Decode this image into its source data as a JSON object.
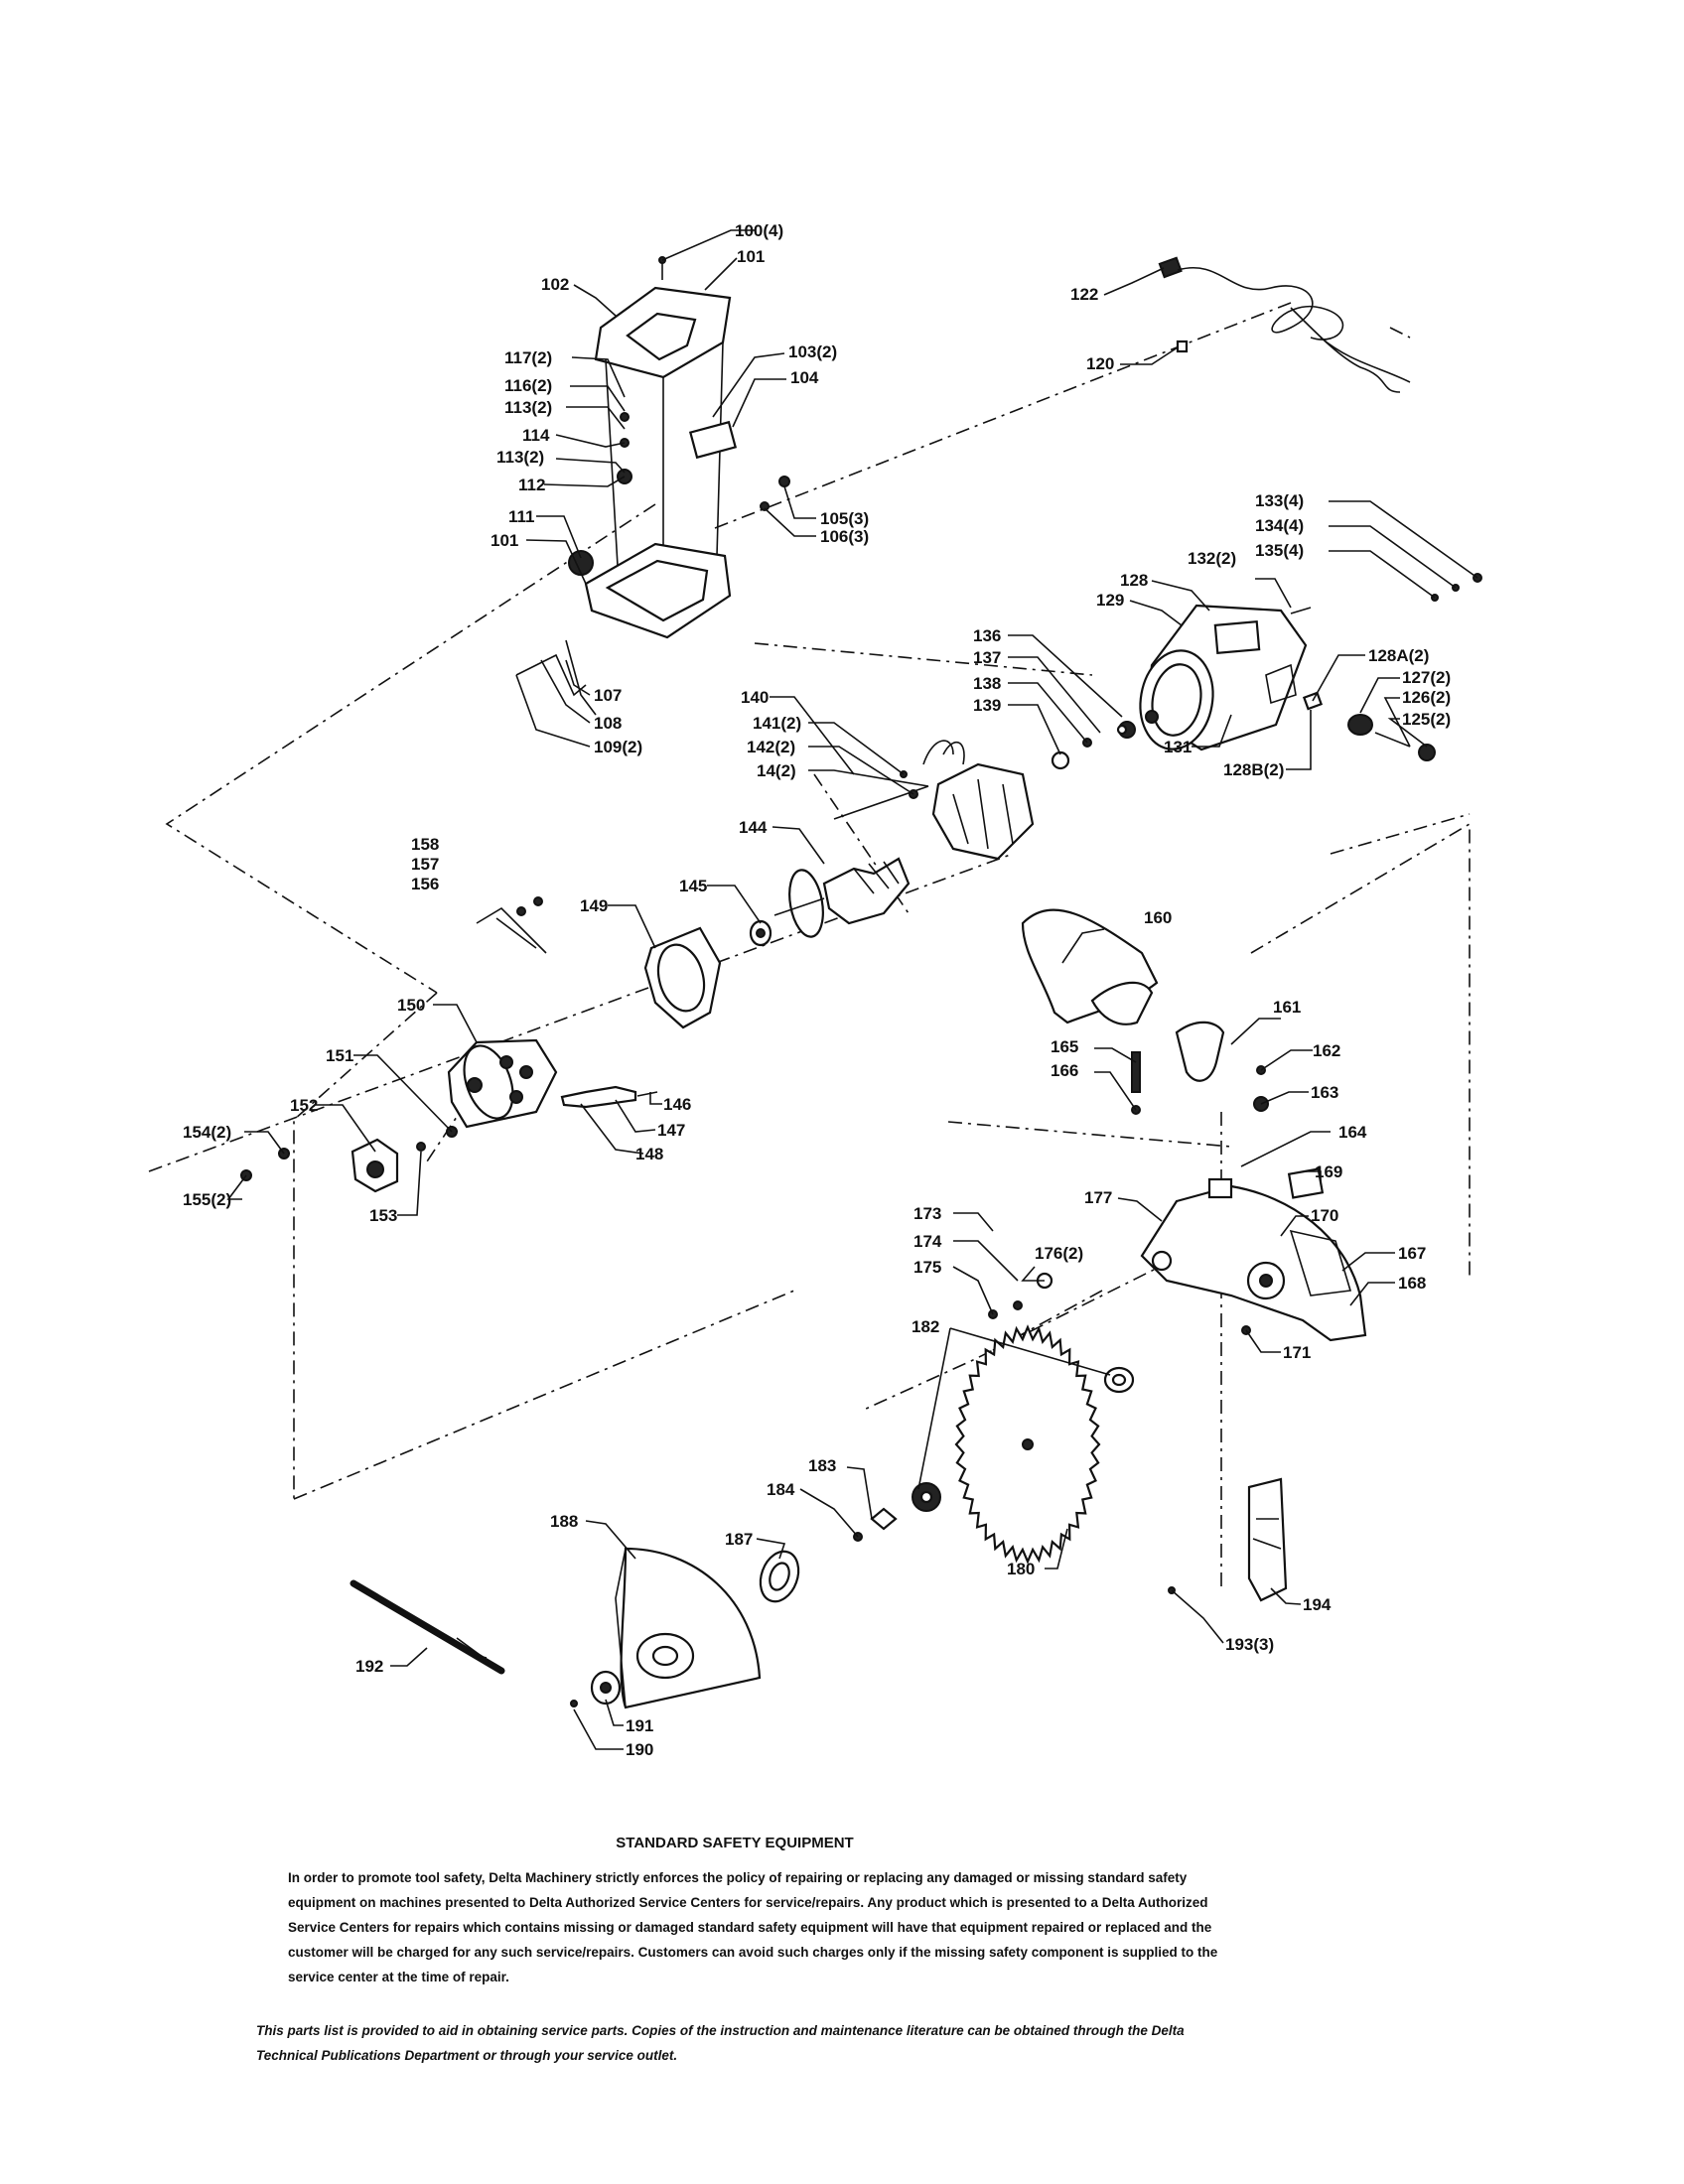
{
  "part_numbers": {
    "p100": "100(4)",
    "p101a": "101",
    "p102": "102",
    "p117": "117(2)",
    "p116": "116(2)",
    "p115": "113(2)",
    "p114": "114",
    "p113": "113(2)",
    "p112": "112",
    "p111": "111",
    "p101b": "101",
    "p103": "103(2)",
    "p104": "104",
    "p105": "105(3)",
    "p106": "106(3)",
    "p107": "107",
    "p108": "108",
    "p109": "109(2)",
    "p122": "122",
    "p120": "120",
    "p133": "133(4)",
    "p134": "134(4)",
    "p135": "135(4)",
    "p132": "132(2)",
    "p128": "128",
    "p129": "129",
    "p136": "136",
    "p137": "137",
    "p138": "138",
    "p139": "139",
    "p128a": "128A(2)",
    "p127": "127(2)",
    "p126": "126(2)",
    "p125": "125(2)",
    "p131": "131",
    "p128b": "128B(2)",
    "p140": "140",
    "p141": "141(2)",
    "p142": "142(2)",
    "p143": "14(2)",
    "p144": "144",
    "p145": "145",
    "p149": "149",
    "p158": "158",
    "p157": "157",
    "p156": "156",
    "p150": "150",
    "p151": "151",
    "p152": "152",
    "p154": "154(2)",
    "p155": "155(2)",
    "p153": "153",
    "p146": "146",
    "p147": "147",
    "p148": "148",
    "p160": "160",
    "p161": "161",
    "p165": "165",
    "p166": "166",
    "p162": "162",
    "p163": "163",
    "p164": "164",
    "p169": "169",
    "p177": "177",
    "p170": "170",
    "p173": "173",
    "p174": "174",
    "p175": "175",
    "p176": "176(2)",
    "p167": "167",
    "p168": "168",
    "p171": "171",
    "p182": "182",
    "p183": "183",
    "p184": "184",
    "p180": "180",
    "p188": "188",
    "p187": "187",
    "p194": "194",
    "p193": "193(3)",
    "p192": "192",
    "p191": "191",
    "p190": "190"
  },
  "safety": {
    "title": "STANDARD SAFETY EQUIPMENT",
    "body": "In order to promote tool safety, Delta Machinery strictly enforces the policy of repairing or replacing any damaged or missing standard safety equipment on machines presented to Delta Authorized Service Centers for service/repairs. Any product which is presented to a Delta Authorized Service Centers for repairs which contains missing or damaged standard safety equipment will have that equipment repaired or replaced and the customer will be charged for any such service/repairs. Customers can avoid such charges only if the missing safety component is supplied to the service center at the time of repair."
  },
  "footer_note": "This parts list is provided to aid in obtaining service parts. Copies of the instruction and maintenance literature can be obtained through the Delta Technical Publications Department or through your service outlet."
}
